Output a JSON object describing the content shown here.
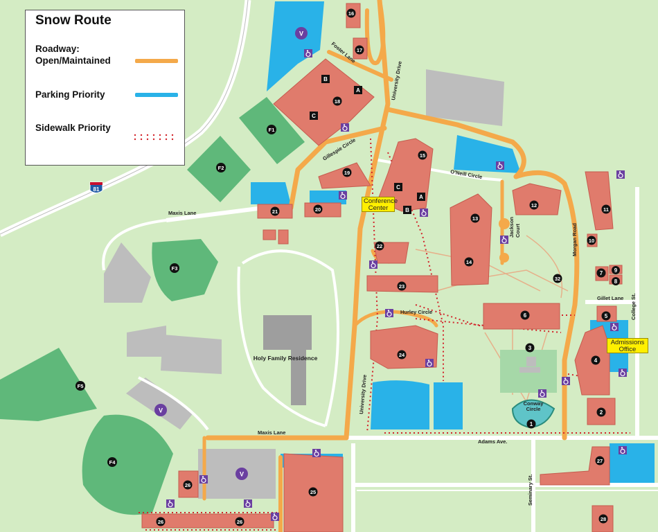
{
  "legend": {
    "title": "Snow Route",
    "roadway_label_line1": "Roadway:",
    "roadway_label_line2": "Open/Maintained",
    "parking_label": "Parking Priority",
    "sidewalk_label": "Sidewalk Priority"
  },
  "colors": {
    "grass": "#d4ecc4",
    "field": "#5fb87a",
    "building": "#e07b6c",
    "parking_gray": "#bdbdbd",
    "priority_parking": "#29b2e8",
    "snow_route": "#f4a94a",
    "street": "#ffffff",
    "sidewalk_priority": "#d2232a",
    "accessible": "#6a3fa0"
  },
  "highway": {
    "shield": "81"
  },
  "streets": {
    "foster_lane": "Foster Lane",
    "university_drive_north": "University Drive",
    "university_drive_south": "University Drive",
    "gillespie_circle": "Gillespie Circle",
    "oneill_circle": "O'Neill Circle",
    "maxis_lane_north": "Maxis Lane",
    "maxis_lane_south": "Maxis Lane",
    "jackson_court_line1": "Jackson",
    "jackson_court_line2": "Court",
    "morgan_road": "Morgan Road",
    "hurley_circle": "Hurley Circle",
    "gillet_lane": "Gillet Lane",
    "college_st": "College St.",
    "adams_ave": "Adams Ave.",
    "seminary_st": "Seminary St.",
    "conway_circle_line1": "Conway",
    "conway_circle_line2": "Circle"
  },
  "callouts": {
    "conference_center_line1": "Conference",
    "conference_center_line2": "Center",
    "admissions_line1": "Admissions",
    "admissions_line2": "Office"
  },
  "places": {
    "holy_family": "Holy Family Residence"
  },
  "fields": [
    "F1",
    "F2",
    "F3",
    "F4",
    "F5"
  ],
  "visitor_marker": "V",
  "accessible_icon": "wheelchair-icon",
  "building_numbers": {
    "b1": "1",
    "b2": "2",
    "b3": "3",
    "b4": "4",
    "b5": "5",
    "b6": "6",
    "b7": "7",
    "b8": "8",
    "b9": "9",
    "b10": "10",
    "b11": "11",
    "b12": "12",
    "b13": "13",
    "b14": "14",
    "b15": "15",
    "b16": "16",
    "b17": "17",
    "b18": "18",
    "b19": "19",
    "b20": "20",
    "b21": "21",
    "b22": "22",
    "b23": "23",
    "b24": "24",
    "b25": "25",
    "b26a": "26",
    "b26b": "26",
    "b26c": "26",
    "b27": "27",
    "b28": "28",
    "b32": "32"
  },
  "wing_letters": {
    "w18a": "A",
    "w18b": "B",
    "w18c": "C",
    "w15a": "A",
    "w15b": "B",
    "w15c": "C"
  }
}
